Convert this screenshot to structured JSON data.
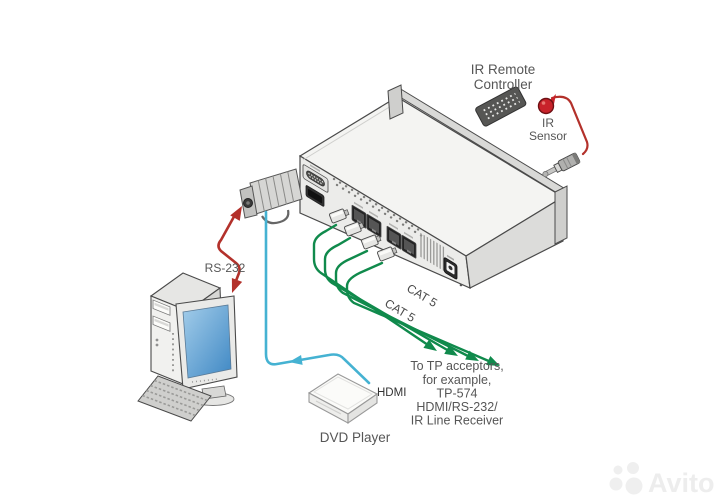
{
  "diagram": {
    "ir_remote": {
      "label_lines": [
        "IR Remote",
        "Controller"
      ]
    },
    "ir_sensor": {
      "label_lines": [
        "IR",
        "Sensor"
      ]
    },
    "rs232_label": "RS-232",
    "hdmi_label": "HDMI",
    "cat5_labels": [
      "CAT 5",
      "CAT 5"
    ],
    "dvd_player_label": "DVD Player",
    "tp_note_lines": [
      "To TP acceptors,",
      "for example,",
      "TP-574",
      "HDMI/RS-232/",
      "IR Line Receiver"
    ]
  },
  "watermark": {
    "text": "Avito"
  },
  "colors": {
    "cat5_green": "#108a4c",
    "hdmi_cyan": "#45b2d2",
    "rs232_red": "#b3312b",
    "ir_cable_red": "#b3312b",
    "ir_sensor_red": "#c8222a",
    "label_gray": "#565656",
    "device_outline": "#4a4a4a"
  }
}
